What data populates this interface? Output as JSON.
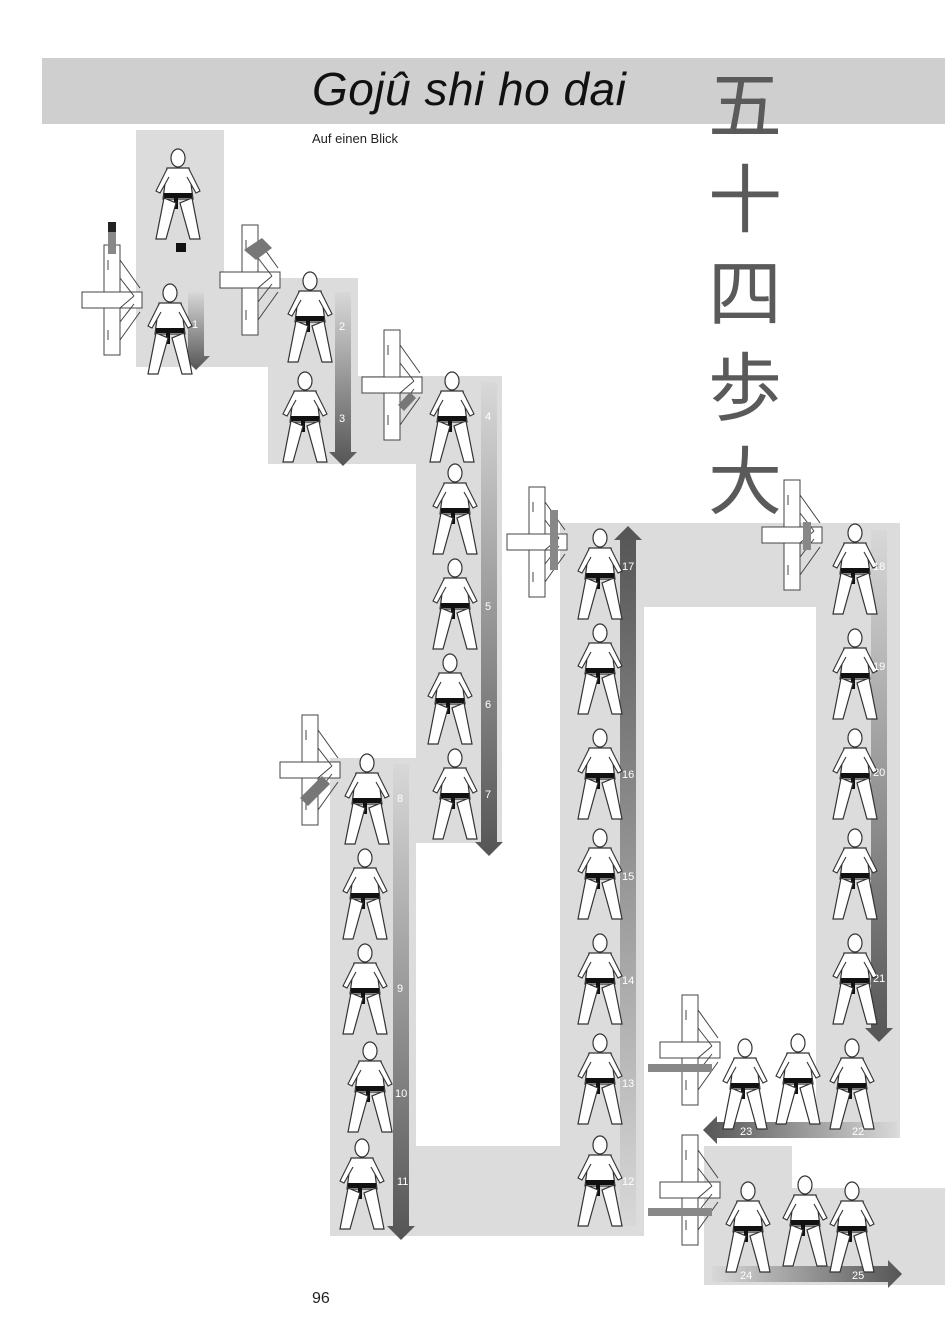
{
  "header": {
    "title": "Gojû shi ho dai",
    "subtitle": "Auf einen Blick",
    "kanji": [
      "五",
      "十",
      "四",
      "歩",
      "大"
    ]
  },
  "page_number": "96",
  "colors": {
    "band": "#dcdcdc",
    "title_band": "#cfcfcf",
    "arrow_dark": "#555555",
    "arrow_light": "#d8d8d8",
    "belt": "#111111"
  },
  "icons": [
    "embusen-diagram-icon",
    "karateka-figure-icon",
    "direction-arrow-icon"
  ],
  "steps": [
    "1",
    "2",
    "3",
    "4",
    "5",
    "6",
    "7",
    "8",
    "9",
    "10",
    "11",
    "12",
    "13",
    "14",
    "15",
    "16",
    "17",
    "18",
    "19",
    "20",
    "21",
    "22",
    "23",
    "24",
    "25"
  ]
}
